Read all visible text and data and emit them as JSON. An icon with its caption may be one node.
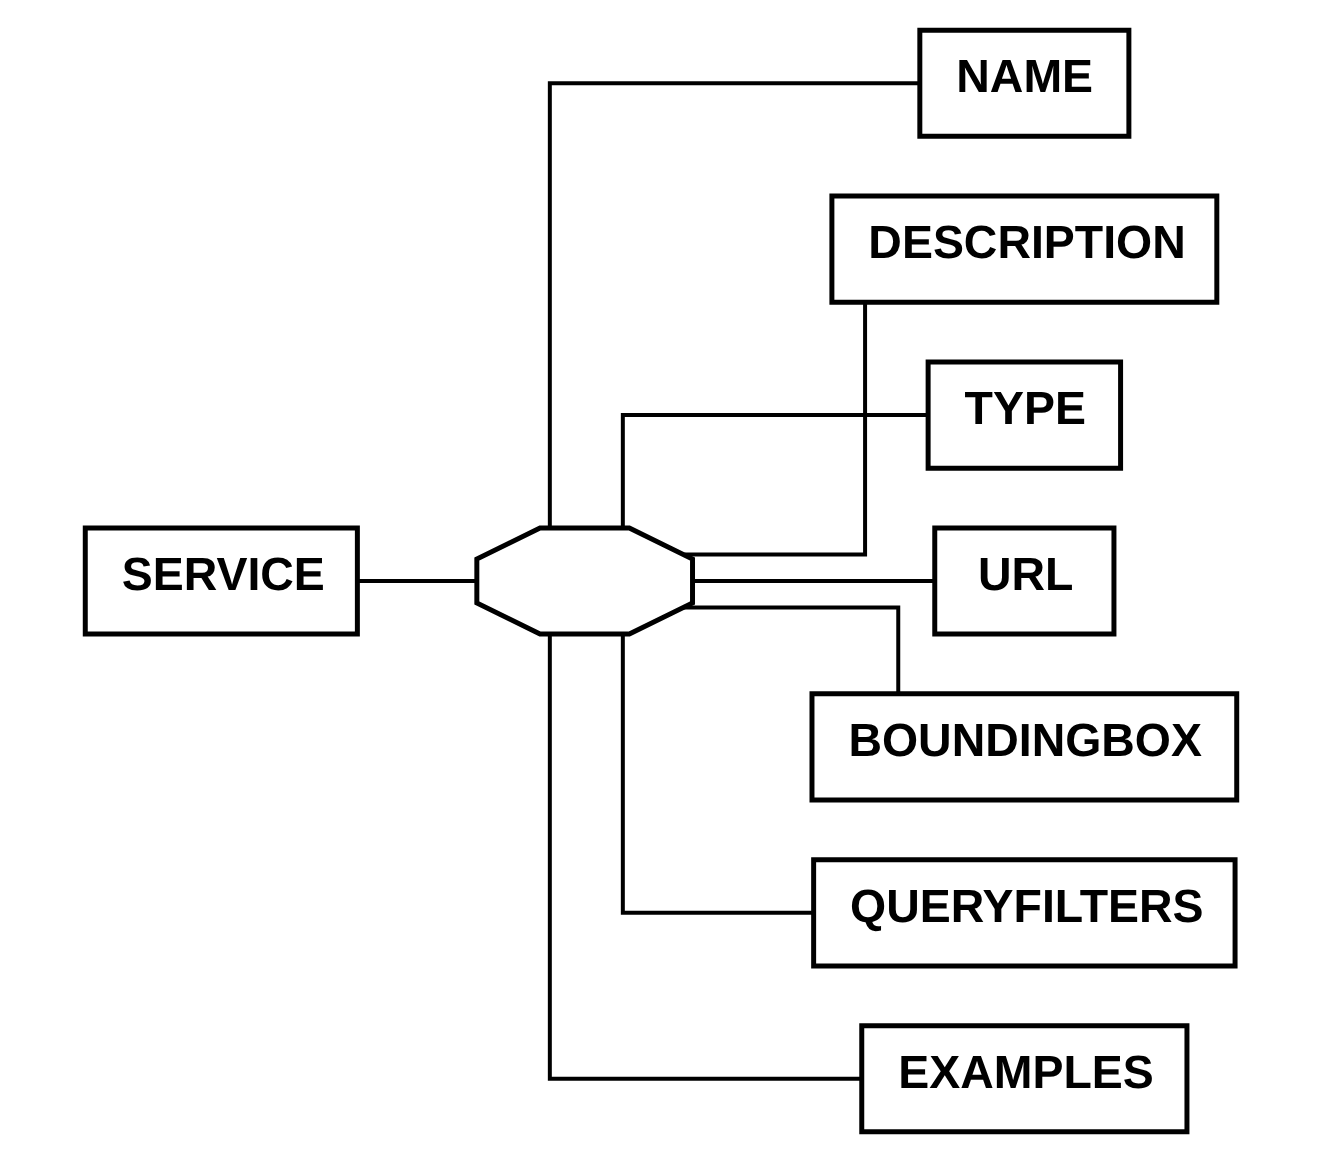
{
  "diagram": {
    "nodes": [
      {
        "text": [
          "SERVICE"
        ]
      },
      {
        "text": [],
        "shape": "octagon"
      },
      {
        "text": [
          "NAME"
        ]
      },
      {
        "text": [
          "DESCRIPTION"
        ]
      },
      {
        "text": [
          "TYPE"
        ]
      },
      {
        "text": [
          "URL"
        ]
      },
      {
        "text": [
          "BOUNDINGBOX"
        ]
      },
      {
        "text": [
          "QUERYFILTERS"
        ]
      },
      {
        "text": [
          "EXAMPLES"
        ]
      }
    ],
    "edges": [
      {
        "from": 0,
        "to": 1,
        "arrow": "none"
      },
      {
        "from": 1,
        "to": 2,
        "arrow": "none"
      },
      {
        "from": 1,
        "to": 3,
        "arrow": "none"
      },
      {
        "from": 1,
        "to": 4,
        "arrow": "none"
      },
      {
        "from": 1,
        "to": 5,
        "arrow": "none"
      },
      {
        "from": 1,
        "to": 6,
        "arrow": "none"
      },
      {
        "from": 1,
        "to": 7,
        "arrow": "none"
      },
      {
        "from": 1,
        "to": 8,
        "arrow": "none"
      }
    ]
  }
}
